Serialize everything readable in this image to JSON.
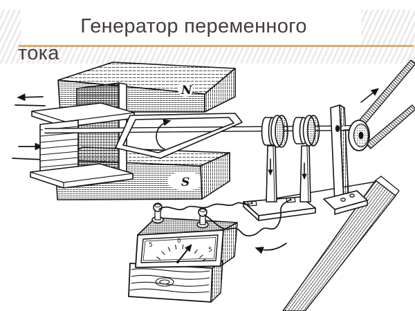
{
  "slide": {
    "title_line1": "Генератор переменного",
    "title_line2": "тока",
    "title_color": "#453c3e",
    "underline_color": "#d8ac72",
    "background_stripe_color": "#eceae8"
  },
  "figure": {
    "type": "physics-illustration",
    "description": "Demonstration AC generator: wire loop rotating between magnet poles, slip rings with brushes, belt-driven pulley on a board, galvanometer connected by wires",
    "labels": {
      "magnet_north": "N",
      "magnet_south": "S"
    },
    "galvanometer_scale": {
      "left": "5",
      "center": "0",
      "right": "5"
    }
  }
}
